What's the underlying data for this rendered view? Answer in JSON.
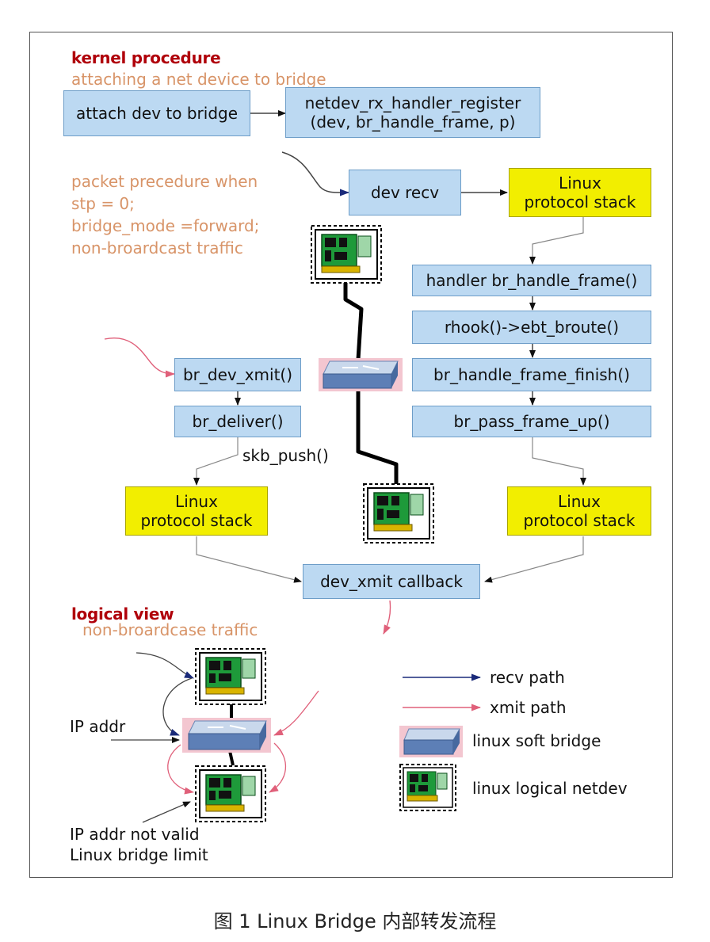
{
  "kernel": {
    "title": "kernel procedure",
    "subtitle": "attaching a net device to bridge",
    "attach_box": "attach dev to bridge",
    "register_line1": "netdev_rx_handler_register",
    "register_line2": "(dev, br_handle_frame, p)"
  },
  "packet": {
    "note": [
      "packet precedure when",
      "stp = 0;",
      "bridge_mode =forward;",
      "non-broardcast traffic"
    ],
    "dev_recv": "dev recv",
    "stack_top_line1": "Linux",
    "stack_top_line2": "protocol stack",
    "handler": "handler br_handle_frame()",
    "rhook": "rhook()->ebt_broute()",
    "finish": "br_handle_frame_finish()",
    "pass_up": "br_pass_frame_up()",
    "br_dev_xmit": "br_dev_xmit()",
    "br_deliver": "br_deliver()",
    "skb_push": "skb_push()",
    "stack_left_line1": "Linux",
    "stack_left_line2": "protocol stack",
    "stack_right_line1": "Linux",
    "stack_right_line2": "protocol stack",
    "dev_xmit_callback": "dev_xmit callback"
  },
  "logical": {
    "title": "logical view",
    "subtitle": "non-broardcase traffic",
    "ip_addr": "IP addr",
    "ip_invalid": "IP addr not valid",
    "bridge_limit": "Linux bridge limit"
  },
  "legend": {
    "recv": "recv path",
    "xmit": "xmit path",
    "soft_bridge": "linux soft bridge",
    "logical_netdev": "linux logical netdev"
  },
  "colors": {
    "box_blue": "#bcd9f2",
    "box_yellow": "#f2ee00",
    "recv_arrow": "#1a2a7a",
    "xmit_arrow": "#e0607a",
    "title_red": "#b0000a",
    "note_salmon": "#d89468"
  },
  "icons": [
    "network-card-icon",
    "switch-icon"
  ],
  "caption": "图 1  Linux Bridge 内部转发流程"
}
